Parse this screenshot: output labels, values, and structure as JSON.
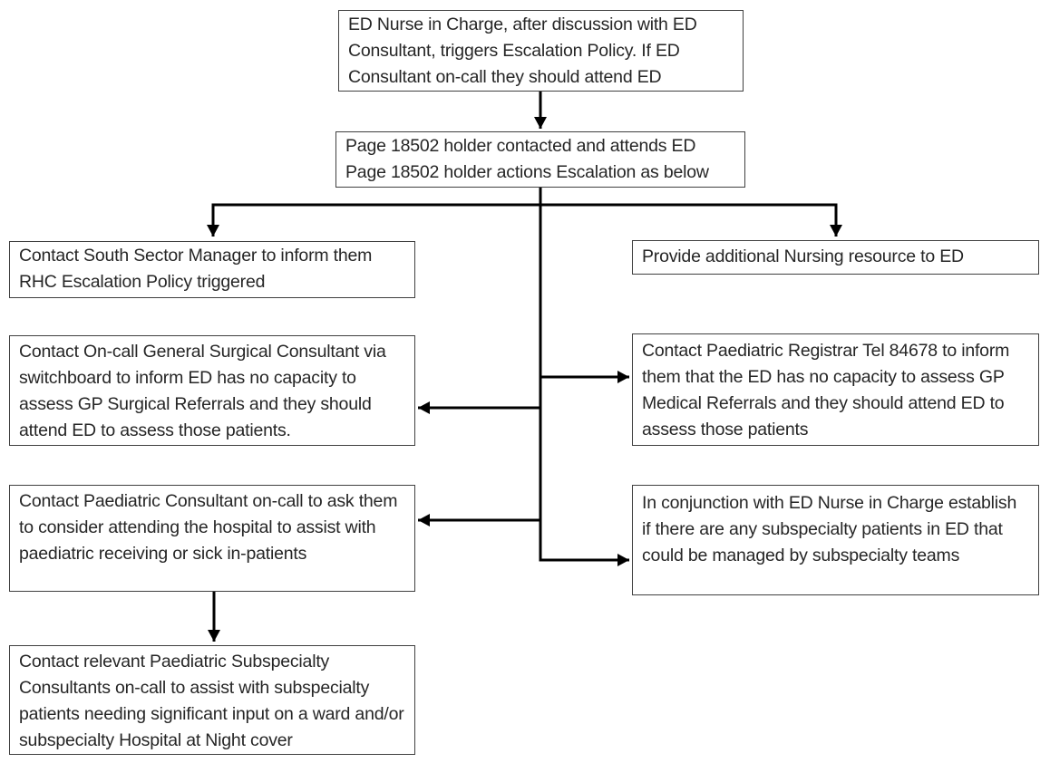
{
  "flowchart": {
    "nodes": {
      "trigger": "ED Nurse in Charge, after discussion with ED Consultant, triggers Escalation Policy. If ED Consultant on-call they should attend ED",
      "page_holder_lines": [
        "Page 18502 holder contacted and attends ED",
        "Page 18502 holder actions Escalation as below"
      ],
      "south_sector": "Contact South Sector Manager to inform them RHC Escalation Policy triggered",
      "nursing_resource": "Provide additional Nursing resource to ED",
      "surgical_consultant": "Contact On-call General Surgical Consultant via switchboard to inform ED has no capacity to assess GP Surgical Referrals and they should attend ED to assess those patients.",
      "paediatric_registrar": "Contact Paediatric Registrar Tel 84678 to inform them that the ED has no capacity to assess GP Medical Referrals and they should attend ED to assess those patients",
      "paediatric_consultant": "Contact Paediatric Consultant on-call to ask them to consider attending the hospital to assist with paediatric receiving or sick in-patients",
      "subspecialty_patients": "In conjunction with ED Nurse in Charge establish if there are any subspecialty patients in ED that could be managed by subspecialty teams",
      "subspecialty_consultants": "Contact relevant Paediatric Subspecialty Consultants on-call to assist with subspecialty patients needing significant input on a ward and/or subspecialty Hospital at Night cover"
    },
    "edges": [
      {
        "from": "trigger",
        "to": "page_holder"
      },
      {
        "from": "page_holder",
        "to": "south_sector"
      },
      {
        "from": "page_holder",
        "to": "nursing_resource"
      },
      {
        "from": "page_holder",
        "to": "surgical_consultant"
      },
      {
        "from": "page_holder",
        "to": "paediatric_registrar"
      },
      {
        "from": "page_holder",
        "to": "paediatric_consultant"
      },
      {
        "from": "page_holder",
        "to": "subspecialty_patients"
      },
      {
        "from": "paediatric_consultant",
        "to": "subspecialty_consultants"
      }
    ],
    "colors": {
      "background": "#ffffff",
      "box_fill": "#ffffff",
      "box_border": "#404040",
      "text": "#262626",
      "connector": "#000000"
    }
  }
}
